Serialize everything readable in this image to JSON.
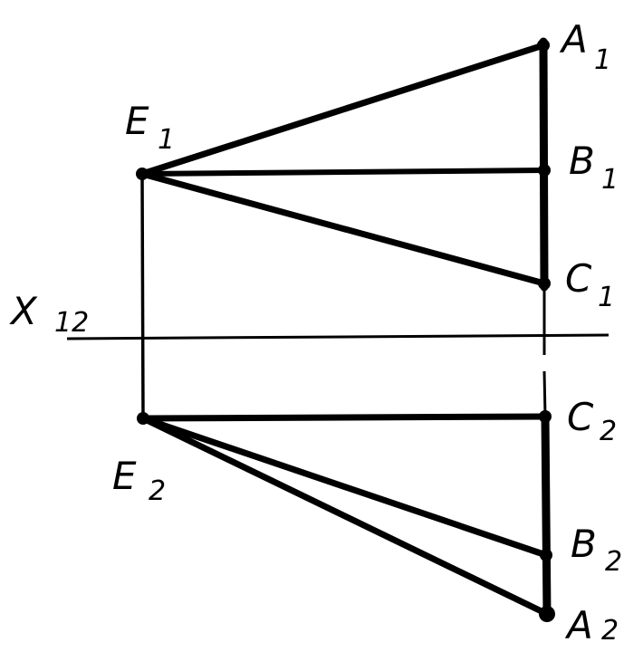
{
  "colors": {
    "ink": "#000000",
    "paper": "#ffffff"
  },
  "axis": {
    "letter": "X",
    "subscript": "12"
  },
  "points": {
    "A1": {
      "letter": "A",
      "subscript": "1"
    },
    "B1": {
      "letter": "B",
      "subscript": "1"
    },
    "C1": {
      "letter": "C",
      "subscript": "1"
    },
    "E1": {
      "letter": "E",
      "subscript": "1"
    },
    "A2": {
      "letter": "A",
      "subscript": "2"
    },
    "B2": {
      "letter": "B",
      "subscript": "2"
    },
    "C2": {
      "letter": "C",
      "subscript": "2"
    },
    "E2": {
      "letter": "E",
      "subscript": "2"
    }
  }
}
